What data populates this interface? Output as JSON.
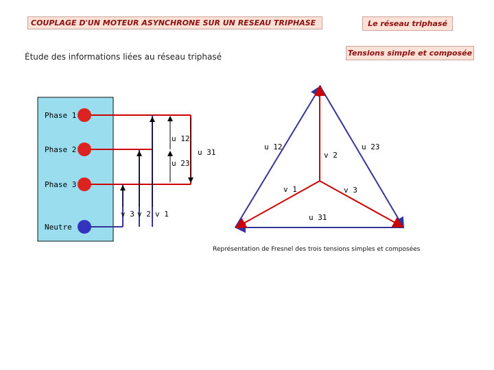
{
  "header": {
    "title": "COUPLAGE D'UN MOTEUR ASYNCHRONE SUR UN RESEAU TRIPHASE",
    "reseau_label": "Le réseau triphasé",
    "tensions_label": "Tensions simple et composée"
  },
  "subtitle": "Étude des informations liées au réseau triphasé",
  "circuit": {
    "phases": [
      "Phase 1",
      "Phase 2",
      "Phase 3"
    ],
    "neutral": "Neutre",
    "u12": "u 12",
    "u23": "u 23",
    "u31": "u 31",
    "v3": "v 3",
    "v2": "v 2",
    "v1": "v 1"
  },
  "fresnel": {
    "u12": "u 12",
    "u23": "u 23",
    "u31": "u 31",
    "v1": "v 1",
    "v2": "v 2",
    "v3": "v 3",
    "caption": "Représentation de Fresnel des trois tensions simples et composées"
  },
  "colors": {
    "panel": "#99ddee",
    "phase_node": "#dd2222",
    "neutral_node": "#3333bb",
    "phase_wire": "#cc0000",
    "neutral_wire": "#333399",
    "box_fill": "#fde0d6",
    "box_text": "#8b1111"
  }
}
